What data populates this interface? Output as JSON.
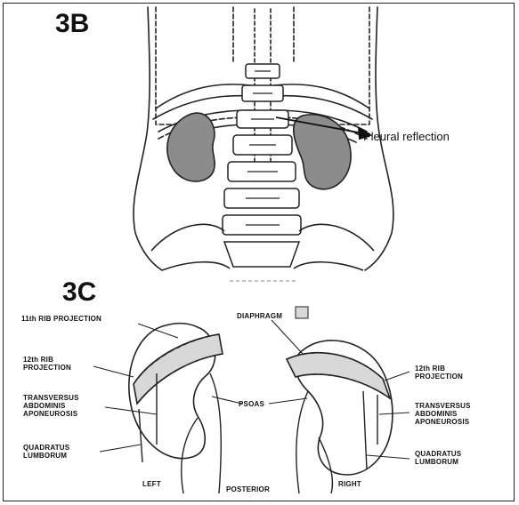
{
  "figure_3b": {
    "panel_label": "3B",
    "callout": "Pleural reflection"
  },
  "figure_3c": {
    "panel_label": "3C",
    "labels": {
      "rib11": "11th RIB PROJECTION",
      "diaphragm": "DIAPHRAGM",
      "rib12_left": "12th RIB\nPROJECTION",
      "rib12_right": "12th RIB\nPROJECTION",
      "transversus_left": "TRANSVERSUS\nABDOMINIS\nAPONEUROSIS",
      "transversus_right": "TRANSVERSUS\nABDOMINIS\nAPONEUROSIS",
      "psoas": "PSOAS",
      "quadratus_left": "QUADRATUS\nLUMBORUM",
      "quadratus_right": "QUADRATUS\nLUMBORUM",
      "left": "LEFT",
      "posterior": "POSTERIOR",
      "right": "RIGHT"
    }
  },
  "colors": {
    "kidney_fill": "#8c8c8c",
    "diaphragm_band": "#d8d8d8",
    "line": "#222222"
  }
}
